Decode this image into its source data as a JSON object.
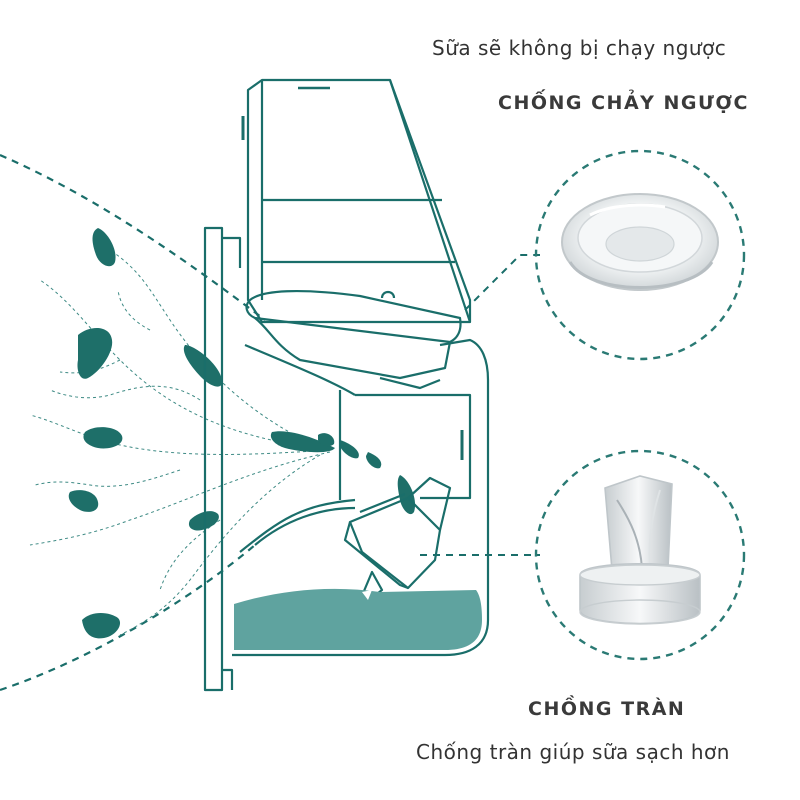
{
  "top_caption": {
    "subtitle": "Sữa sẽ không bị chạy ngược",
    "heading": "CHỐNG CHẢY NGƯỢC"
  },
  "bottom_caption": {
    "heading": "CHỒNG TRÀN",
    "subtitle": "Chống tràn giúp sữa sạch hơn"
  },
  "colors": {
    "line": "#1a6e6a",
    "fill_dark": "#1e6f69",
    "milk": "#5fa39f",
    "circle": "#2a7a74"
  }
}
